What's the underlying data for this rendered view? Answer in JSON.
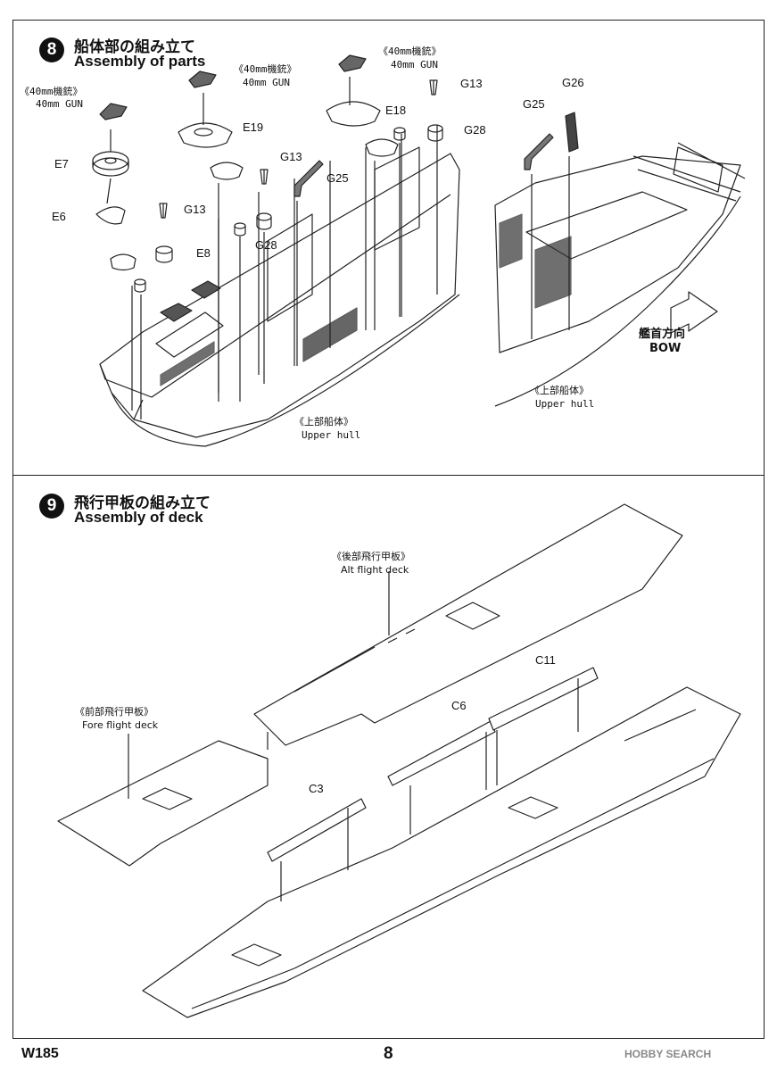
{
  "step8": {
    "number": "8",
    "title_jp": "船体部の組み立て",
    "title_en": "Assembly of parts",
    "labels": {
      "gun_jp": "《40mm機銃》",
      "gun_en": "40mm GUN",
      "e7": "E7",
      "e6": "E6",
      "e19": "E19",
      "e18": "E18",
      "e8": "E8",
      "g13": "G13",
      "g25": "G25",
      "g26": "G26",
      "g28": "G28",
      "upper_hull_jp": "《上部船体》",
      "upper_hull_en": "Upper hull",
      "bow_jp": "艦首方向",
      "bow_en": "BOW"
    }
  },
  "step9": {
    "number": "9",
    "title_jp": "飛行甲板の組み立て",
    "title_en": "Assembly of deck",
    "labels": {
      "aft_deck_jp": "《後部飛行甲板》",
      "aft_deck_en": "Alt flight deck",
      "fore_deck_jp": "《前部飛行甲板》",
      "fore_deck_en": "Fore flight deck",
      "c3": "C3",
      "c6": "C6",
      "c11": "C11"
    }
  },
  "footer": {
    "code": "W185",
    "page": "8",
    "watermark": "HOBBY SEARCH"
  }
}
